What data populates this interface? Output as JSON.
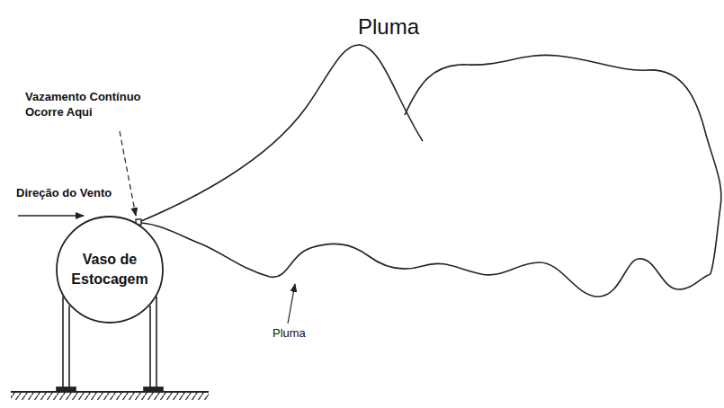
{
  "diagram": {
    "title": "Pluma",
    "nodes": [
      {
        "text": [
          "Vaso de Estocagem"
        ]
      }
    ],
    "labels": [
      "Vazamento Contínuo Ocorre Aqui",
      "Direção do Vento",
      "Pluma"
    ]
  }
}
